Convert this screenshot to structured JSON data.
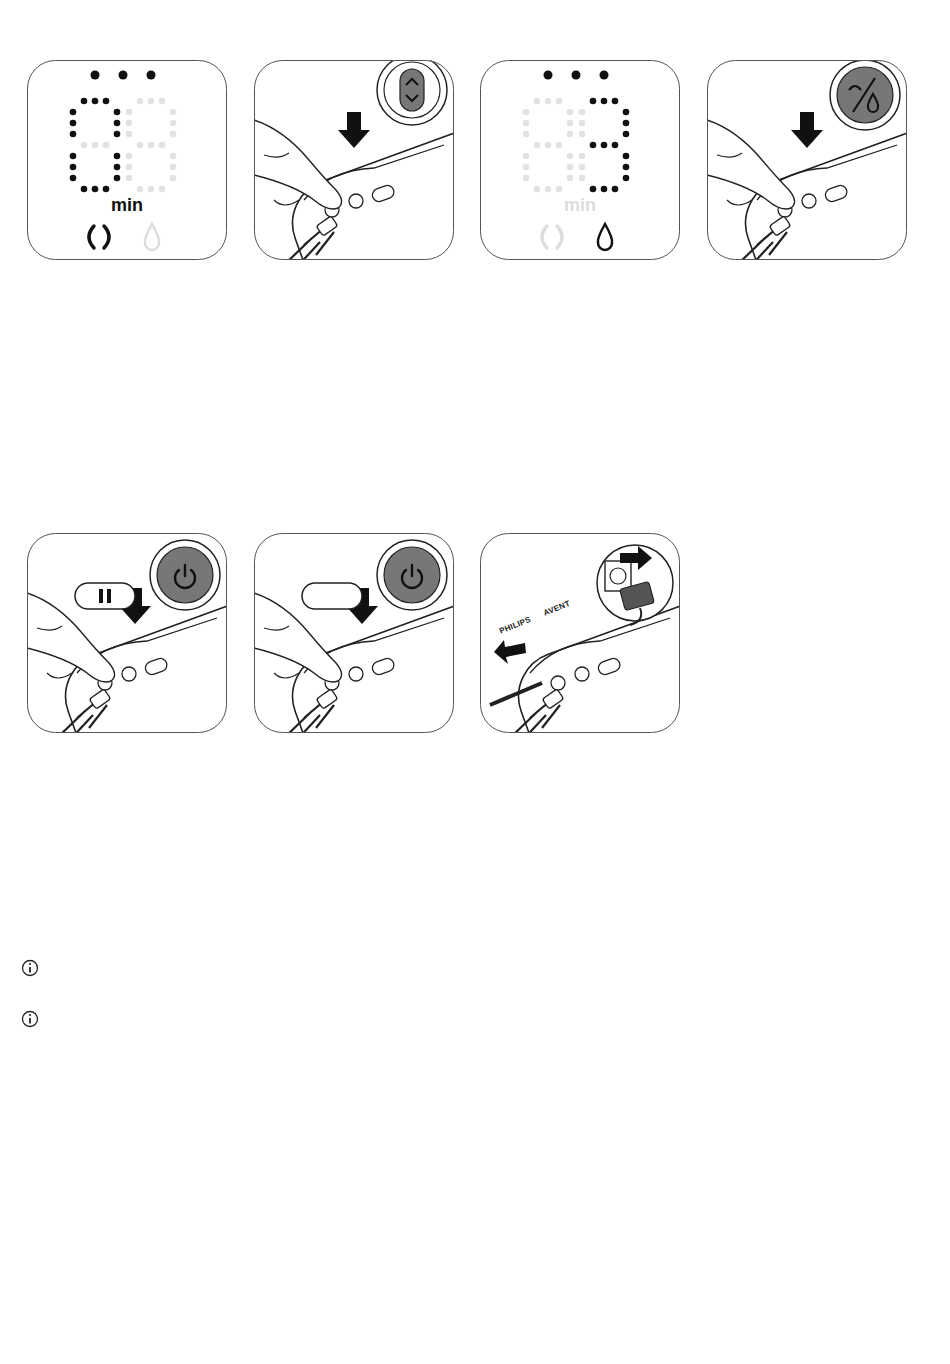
{
  "diagram": {
    "labels": [
      "min",
      "min",
      "PHILIPS",
      "AVENT"
    ]
  }
}
